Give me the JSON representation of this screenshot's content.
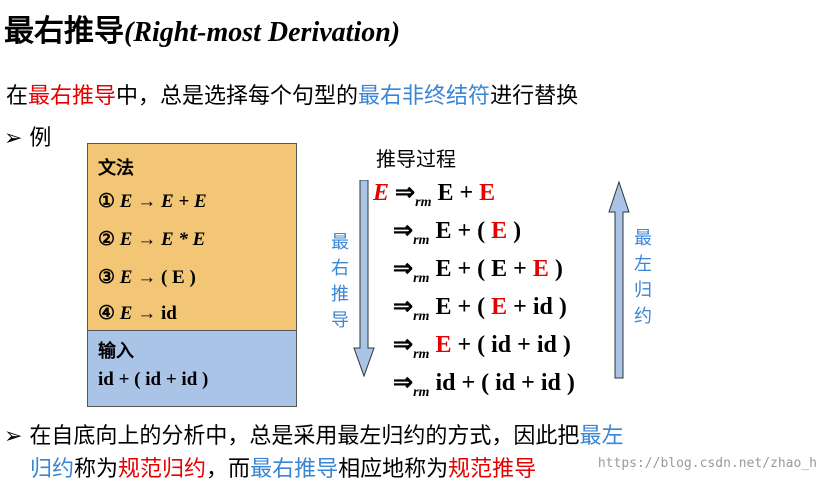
{
  "title": {
    "zh": "最右推导",
    "en": "(Right-most Derivation)"
  },
  "intro": {
    "p1": "在",
    "hl1": "最右推导",
    "p2": "中，总是选择每个句型的",
    "hl2": "最右非终结符",
    "p3": "进行替换"
  },
  "example_label": "➢ 例",
  "grammar": {
    "title": "文法",
    "rules": [
      {
        "num": "①",
        "lhs": "E",
        "arrow": "→",
        "rhs": "E + E"
      },
      {
        "num": "②",
        "lhs": "E",
        "arrow": "→",
        "rhs": "E * E"
      },
      {
        "num": "③",
        "lhs": "E",
        "arrow": "→",
        "rhs": "( E )"
      },
      {
        "num": "④",
        "lhs": "E",
        "arrow": "→",
        "rhs": "id"
      }
    ],
    "input_title": "输入",
    "input": "id + ( id +  id )"
  },
  "derivation": {
    "title": "推导过程",
    "arrow": "⇒",
    "sub": "rm",
    "start": "E",
    "steps": [
      {
        "pre": "E + ",
        "hl": "E",
        "post": ""
      },
      {
        "pre": "E + ( ",
        "hl": "E",
        "post": " )"
      },
      {
        "pre": "E + ( E + ",
        "hl": "E",
        "post": " )"
      },
      {
        "pre": "E + ( ",
        "hl": "E",
        "post": " + id )"
      },
      {
        "pre": "",
        "hl": "E",
        "post": " + ( id + id )"
      },
      {
        "pre": "id + ( id + id )",
        "hl": "",
        "post": ""
      }
    ],
    "left_label": "最右推导",
    "right_label": "最左归约"
  },
  "bottom": {
    "l1_p1": "➢ 在自底向上的分析中，总是采用最左归约的方式，因此把",
    "l1_hl": "最左",
    "l2_hl1": "归约",
    "l2_p1": "称为",
    "l2_hl2": "规范归约",
    "l2_p2": "，而",
    "l2_hl3": "最右推导",
    "l2_p3": "相应地称为",
    "l2_hl4": "规范推导"
  },
  "watermark": "https://blog.csdn.net/zhao_h",
  "colors": {
    "red": "#e60000",
    "blue": "#3a86d6",
    "grammar_bg": "#f2c675",
    "input_bg": "#a9c4e6",
    "arrow_fill": "#a9c4e6"
  }
}
